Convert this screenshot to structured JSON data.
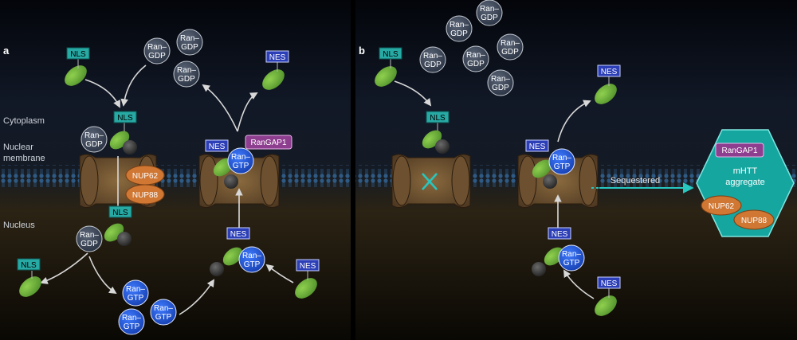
{
  "panels": {
    "a": "a",
    "b": "b"
  },
  "regions": {
    "cytoplasm": "Cytoplasm",
    "membrane_line1": "Nuclear",
    "membrane_line2": "membrane",
    "nucleus": "Nucleus"
  },
  "tags": {
    "nls": "NLS",
    "nes": "NES",
    "rangap1": "RanGAP1",
    "nup62": "NUP62",
    "nup88": "NUP88"
  },
  "ran": {
    "line1": "Ran–",
    "gdp": "GDP",
    "gtp": "GTP"
  },
  "aggregate": {
    "line1": "mHTT",
    "line2": "aggregate"
  },
  "sequestered": "Sequestered",
  "colors": {
    "cyto_bg": "#0a0e18",
    "nucleus_bg": "#2a2110",
    "nls_tag": "#27a9a4",
    "nes_tag": "#2c3fb7",
    "gdp": "#3a4556",
    "gtp": "#1e58d8",
    "cargo": "#6db33f",
    "nup": "#cf7733",
    "rangap": "#8e3e8f",
    "aggregate": "#16a6a0",
    "pore": "#7a5a34"
  }
}
